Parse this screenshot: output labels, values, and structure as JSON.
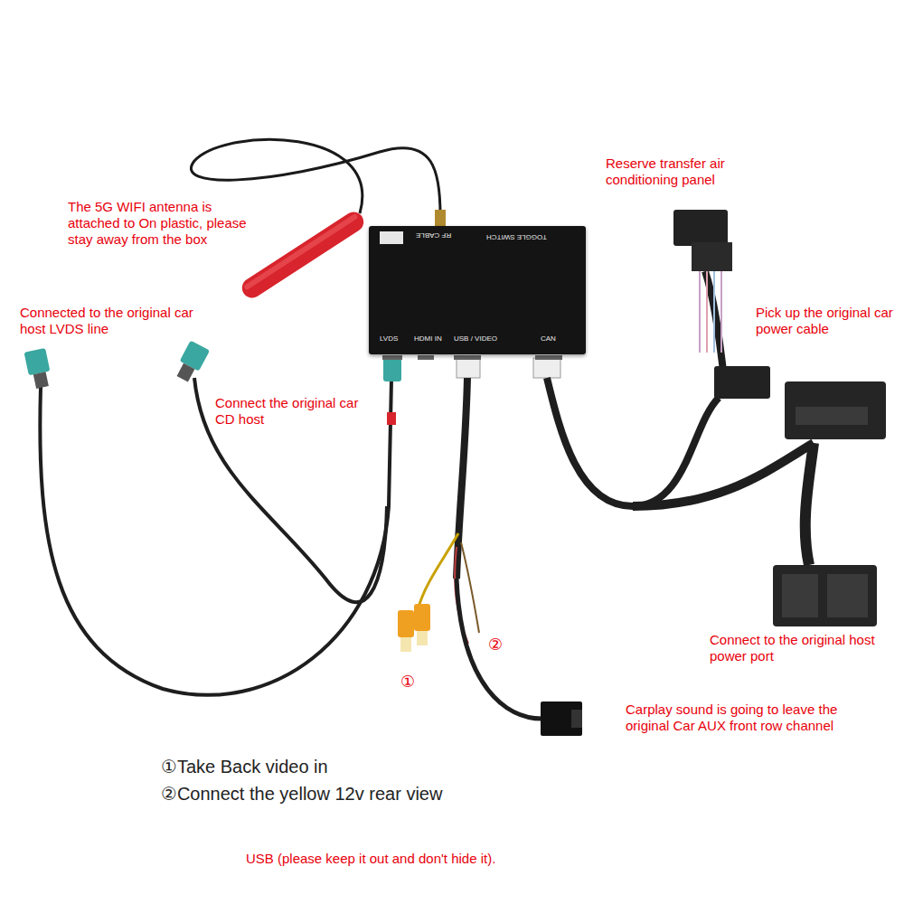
{
  "diagram": {
    "nodes": [
      {
        "text": [
          "RF CABLE",
          "TOGGLE SWITCH",
          "LVDS",
          "HDMI IN",
          "USB / VIDEO",
          "CAN"
        ]
      }
    ],
    "labels": [
      "Reserve transfer air conditioning panel",
      "The 5G WIFI antenna is attached to On plastic, please stay away from the box",
      "Connected to the original car host LVDS line",
      "Pick up the original car power cable",
      "Connect the original car CD host",
      "Connect to the original host power port",
      "②",
      "①",
      "Carplay sound is going to leave the original Car AUX front row channel",
      "①Take Back video in",
      "②Connect the yellow 12v rear view",
      "USB (please keep it out and don't hide it)."
    ]
  }
}
